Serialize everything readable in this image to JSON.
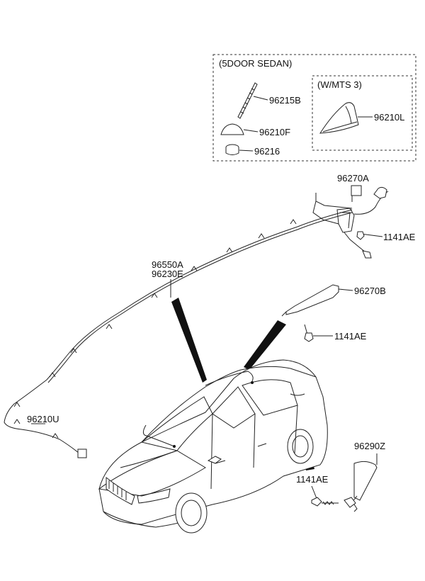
{
  "boxes": {
    "outer_title": "(5DOOR SEDAN)",
    "inner_title": "(W/MTS 3)"
  },
  "labels": {
    "p96215B": "96215B",
    "p96210F": "96210F",
    "p96216": "96216",
    "p96210L": "96210L",
    "p96270A": "96270A",
    "p1141AE_a": "1141AE",
    "p96550A": "96550A",
    "p96230E": "96230E",
    "p96270B": "96270B",
    "p1141AE_b": "1141AE",
    "p96210U": "96210U",
    "p96290Z": "96290Z",
    "p1141AE_c": "1141AE"
  }
}
